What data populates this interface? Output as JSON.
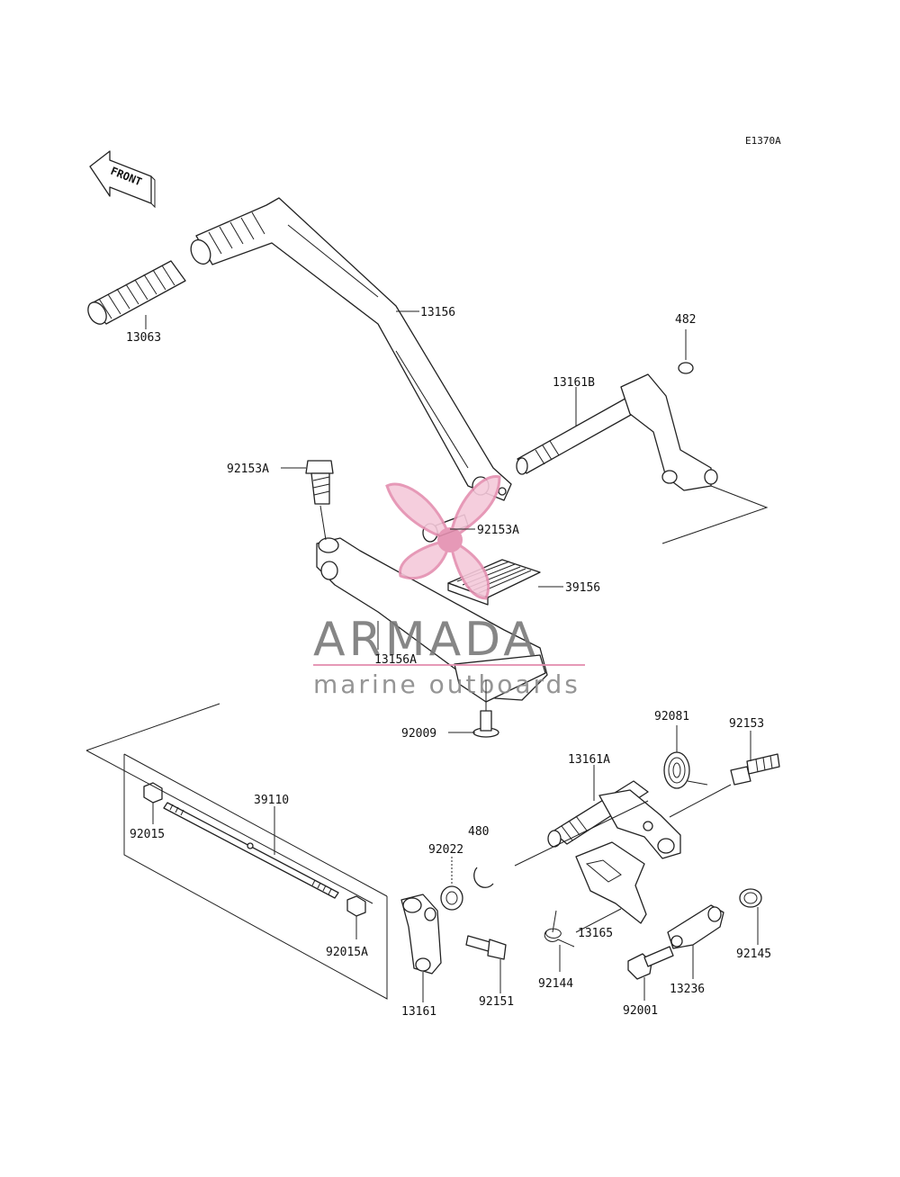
{
  "diagram_code": "E1370A",
  "front_label": "FRONT",
  "watermark": {
    "brand": "ARMADA",
    "tagline": "marine outboards",
    "accent_color": "#e48fb0",
    "text_color": "#7a7a7a"
  },
  "parts": {
    "p13063": "13063",
    "p13156": "13156",
    "p482": "482",
    "p13161B": "13161B",
    "p92153A_top": "92153A",
    "p92153A_mid": "92153A",
    "p39156": "39156",
    "p13156A": "13156A",
    "p92009": "92009",
    "p92081": "92081",
    "p92153": "92153",
    "p13161A": "13161A",
    "p39110": "39110",
    "p480": "480",
    "p92022": "92022",
    "p92015": "92015",
    "p92015A": "92015A",
    "p13165": "13165",
    "p92144": "92144",
    "p92145": "92145",
    "p13236": "13236",
    "p92151": "92151",
    "p13161": "13161",
    "p92001": "92001"
  }
}
